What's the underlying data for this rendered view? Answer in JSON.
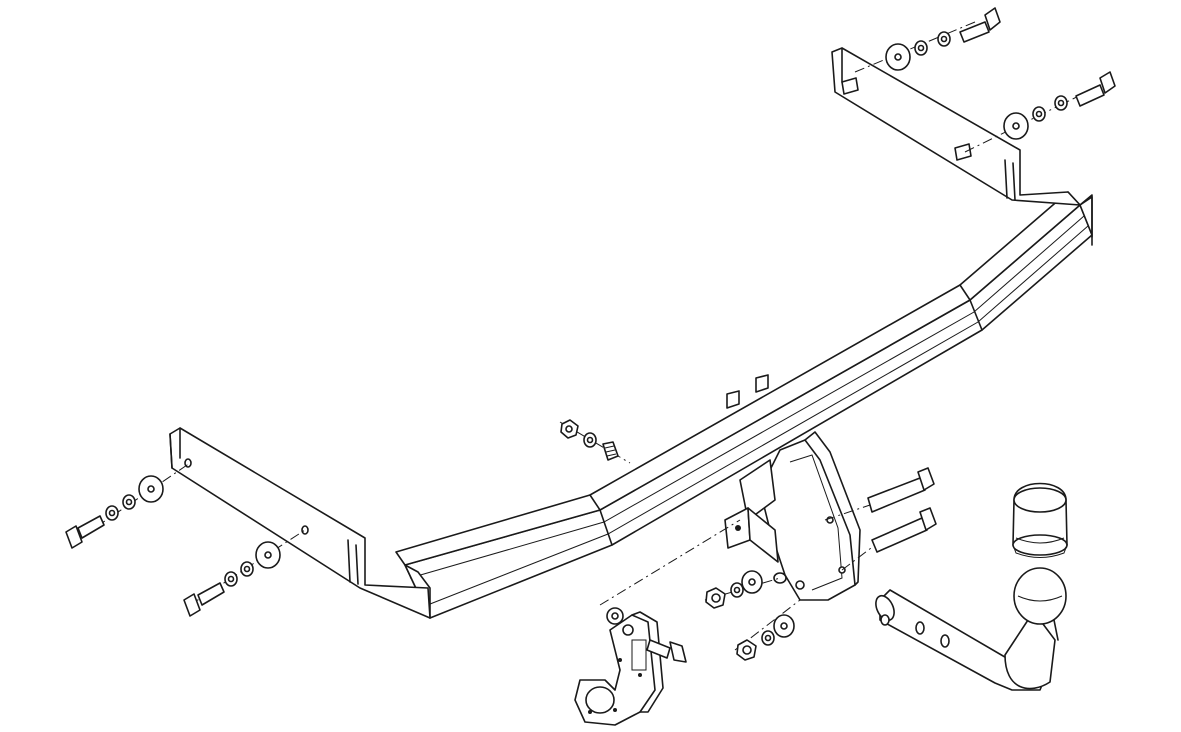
{
  "diagram": {
    "kind": "exploded-assembly",
    "subject": "towbar",
    "line_color": "#1a1a1a",
    "background": "#ffffff",
    "components": [
      "main-crossbar",
      "left-side-bracket",
      "right-side-bracket",
      "center-mount-plate",
      "socket-plate",
      "detachable-tow-ball",
      "tow-ball-cap",
      "bolt",
      "washer",
      "spring-washer",
      "nut"
    ]
  }
}
